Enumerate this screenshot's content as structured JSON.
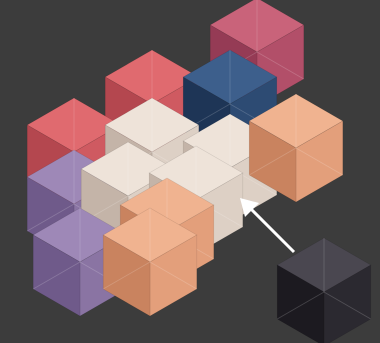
{
  "background": "#3c3c3c",
  "palette": {
    "rose": {
      "light": "#c9637a",
      "mid": "#b24f69",
      "dark": "#953b55"
    },
    "navy": {
      "light": "#3d5f8c",
      "mid": "#2d4b73",
      "dark": "#1e3556"
    },
    "coral": {
      "light": "#e06a6f",
      "mid": "#cf5a61",
      "dark": "#b4474f"
    },
    "cream": {
      "light": "#eee3d9",
      "mid": "#ddd0c5",
      "dark": "#c4b4a8"
    },
    "peach": {
      "light": "#f0b390",
      "mid": "#e39f7b",
      "dark": "#c9835f"
    },
    "lavender": {
      "light": "#9e88b7",
      "mid": "#8a74a3",
      "dark": "#6f5a8a"
    },
    "charcoal": {
      "light": "#4a4750",
      "mid": "#2b2930",
      "dark": "#1c1a20"
    }
  },
  "tiles": [
    {
      "name": "rose-cube",
      "color": "rose"
    },
    {
      "name": "coral-top-cube",
      "color": "coral"
    },
    {
      "name": "navy-cube",
      "color": "navy"
    },
    {
      "name": "coral-left-cube",
      "color": "coral"
    },
    {
      "name": "cream-cube-1",
      "color": "cream"
    },
    {
      "name": "cream-cube-2",
      "color": "cream"
    },
    {
      "name": "peach-right-cube",
      "color": "peach"
    },
    {
      "name": "lavender-left-cube",
      "color": "lavender"
    },
    {
      "name": "cream-cube-3",
      "color": "cream"
    },
    {
      "name": "cream-cube-4",
      "color": "cream"
    },
    {
      "name": "peach-center-cube",
      "color": "peach"
    },
    {
      "name": "lavender-bottom-cube",
      "color": "lavender"
    },
    {
      "name": "peach-bottom-cube",
      "color": "peach"
    },
    {
      "name": "loose-cube",
      "color": "charcoal"
    }
  ],
  "arrow": {
    "color": "#ffffff"
  }
}
